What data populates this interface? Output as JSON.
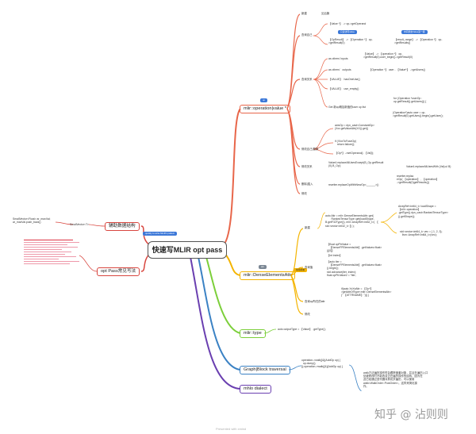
{
  "center": {
    "title": "快速写MLIR opt pass"
  },
  "tags": {
    "op": "op",
    "attr": "attr",
    "quickly": "quickly to write MLIR's pattern",
    "read_value": "只读访问value",
    "value_ops": "中间状态Value第一级",
    "attr_mode": "常用机制"
  },
  "branches": {
    "operation": "mlir::operation|value *",
    "dense": "mlir::DenseElementsAttr",
    "type": "mlir::type",
    "graph": "Graph|Block  traversal",
    "mhlo": "mhlo dialect",
    "aux": "辅助数据结构",
    "common": "opt Pass常见写法"
  },
  "operation_items": {
    "new": "新建",
    "new_val": "见后篇",
    "query_self": "查询自己",
    "value_def": "【Value *】 -> op->getOperand",
    "op_result": "【OpResult】 -> 【Operation *】 op-\n>getResult(0)",
    "result_range": "【result_range】 -> 【Operation *】 op-\n>getResults()",
    "query_rel": "查询关系",
    "as_input": "as others' inputs",
    "as_input_val": "【Value】 -> 【operation *】 op-\n>getResult(0).user_begin()->getResult(0)",
    "as_output": "as others'   outputs",
    "as_output_val": "【Operation *】 user - 【Value*】 ->getUsers()",
    "hasone": "【VALUE】  hasOneUse()",
    "useempty": "【VALUE】  use_empty()",
    "get_new": "Get 新op概括新值的user op list",
    "get_new_a": "for (Operation *userOp :\nop.getResult().getUsers()) {",
    "get_new_b": "(Operation*)auto user = op-\n>getResult(0).getUses().begin().getUser();",
    "modify": "修改自己|替换",
    "modify_a": "axisOp = dyn_cast<ConstantOp>\n(Xxx.getValueAttr(XX)).get()",
    "modify_b": "if (!XxxToFuseOp)\n   return failure();",
    "modify_c": "【Op*】->setOperand(i, 【Val】);",
    "modify_rel": "修改关系",
    "modify_rel_a": "Value4.replaceAllUsesExcept(B_Op.getResult\n(0),B_Op);",
    "modify_rel_b": "Value4.replaceAllUsesWith (Val).ul B)",
    "delete_create": "删除|插入",
    "delete_create_a": "rewriter.replaceOpWithNewOp<______>()",
    "delete_create_b": "rewriter.replac\neOp( 【operation】 , 【operation】\n->getResult(0)getResults())",
    "fix": "修改"
  },
  "dense_items": {
    "new": "新建",
    "new_a": "auto Attr = mlir::DenseElementsAttr::get(\n        RankedTensorType::get(loadShape,\nB.getF32Type()), mlir::ArrayRef<int32_t>( 【\nstd::vector<int32_t> 】) );",
    "new_b": "ArrayRef<int64_t> loadShape =\n【mlir::operation】\n.getType().dyn_cast<RankedTensorType>\n().getShape();",
    "new_c": "std::vector<int64_t> vec = { 1, 2, 3};\n   llvm::ArrayRef<int64_t>(vec);",
    "query_val": "查询值",
    "query_val_a": "【float opPtrValue =\n   【DenseFPElementsAttr】.getValues<float>\n()[0]】",
    "query_val_b": "【int index】",
    "query_val_c": "【auto iter =\n   【DenseFPElementsAttr】.getValues<float>\n().begin();\nstd::advance(iter, index);\nfloat opPtrValue2 = *iter;",
    "query_op": "查询op所在的attr",
    "query_op_a": "if(auto XxXxAttr = 【Op*】\n>getAttrOfType<mlir::DenseElementsAttr>\n(\" 【ATTRNAME】\")){ }",
    "modify": "修改"
  },
  "type_items": {
    "a": "auto outputType = 【Value】 .getType();"
  },
  "graph_items": {
    "a": "operation->walk([&](AddOp op) {\n  op.dump();\n});operation->walk([&](AddOp op) {",
    "b": "walk方法遍历操作时会跟踪嵌套对象，并且在遍历入口\n处被修改时不能改变正在遍历操作的结构，因为在\n此已经通过迭代器对其初步遍历，可以使用\nwalk<WalkOrder::PostOrder>。这样来简化操\n作。"
  },
  "aux_items": {
    "a": "SmallVector<Float> ar_maxVal;\nar_maxVal.push_back()",
    "b": "SmallVector<T>"
  },
  "watermark": "知乎 @ 沾则则",
  "footer": "Presented with xmind",
  "colors": {
    "operation": "#e8664a",
    "dense": "#f4b400",
    "type": "#7ccf3a",
    "graph": "#3b82c4",
    "mhlo": "#6a3fb0",
    "aux": "#d8463f",
    "common": "#d8463f",
    "tag_blue": "#3c78d8",
    "tag_gray": "#7b8794",
    "tag_green": "#3aa757"
  }
}
